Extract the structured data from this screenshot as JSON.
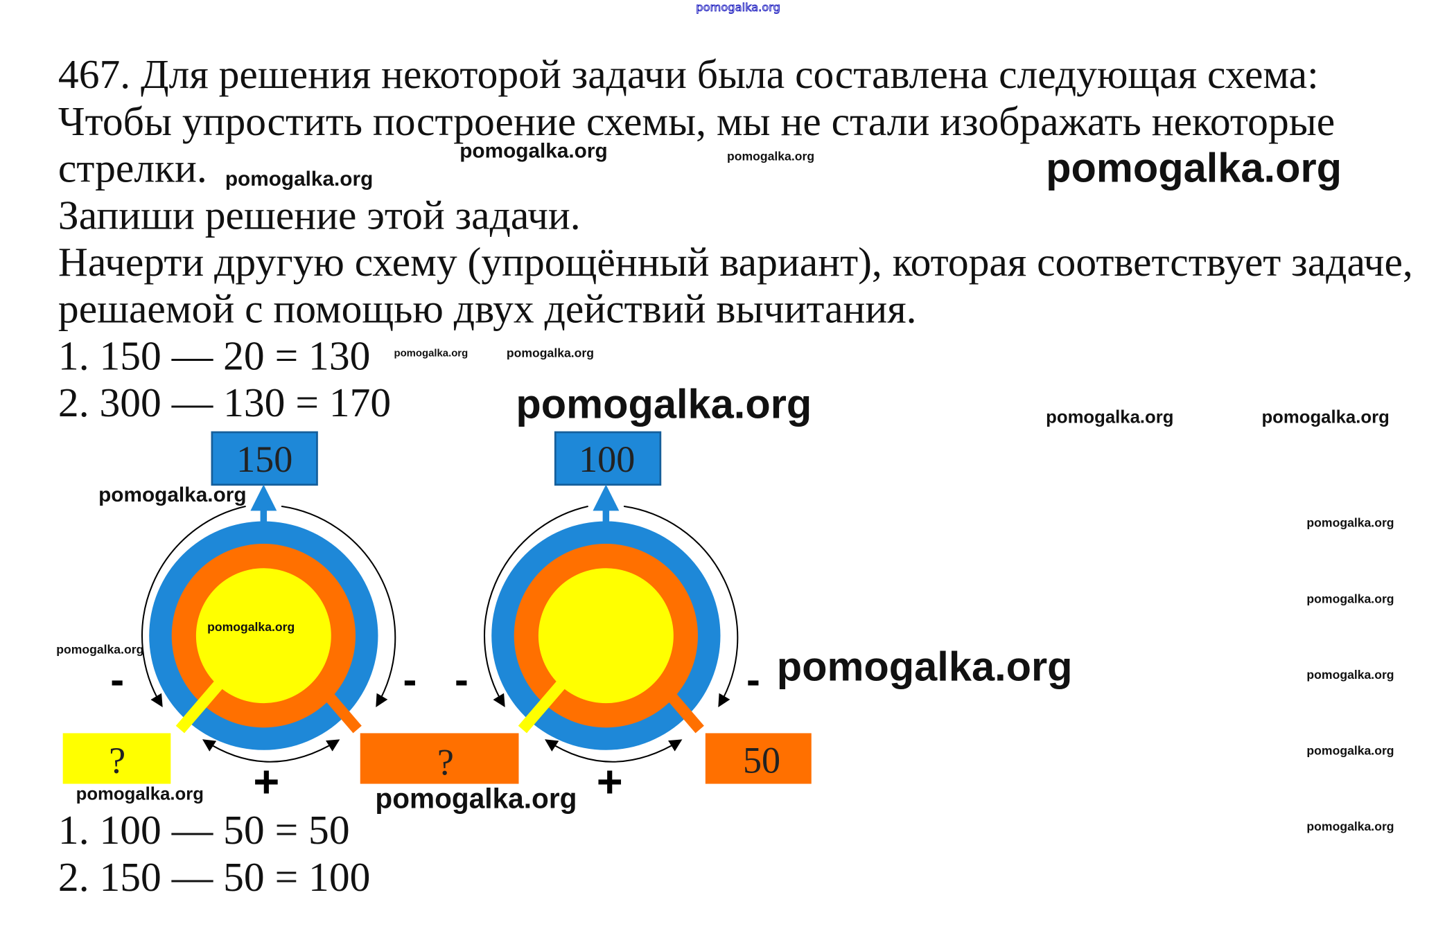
{
  "task": {
    "lines": [
      "467. Для решения некоторой задачи была составлена следующая схема:",
      "Чтобы упростить построение схемы, мы не стали изображать некоторые",
      "стрелки.",
      "Запиши решение этой задачи.",
      "Начерти другую схему (упрощённый вариант), которая соответствует задаче,",
      "решаемой с помощью двух действий вычитания."
    ]
  },
  "solution_1": [
    "1. 150 — 20 = 130",
    "2. 300 — 130 = 170"
  ],
  "diagram": {
    "left": {
      "top_value": "150",
      "left_value": "?",
      "right_value": "?",
      "left_op": "-",
      "right_op": "-",
      "bottom_op": "+"
    },
    "right": {
      "top_value": "100",
      "left_value": "",
      "right_value": "50",
      "left_op": "-",
      "right_op": "-",
      "bottom_op": "+"
    },
    "colors": {
      "blue": "#1e88d8",
      "orange": "#ff7000",
      "yellow": "#ffff00"
    }
  },
  "solution_2": [
    "1. 100 — 50 = 50",
    "2. 150 — 50 = 100"
  ],
  "watermarks": [
    "pomogalka.org"
  ]
}
